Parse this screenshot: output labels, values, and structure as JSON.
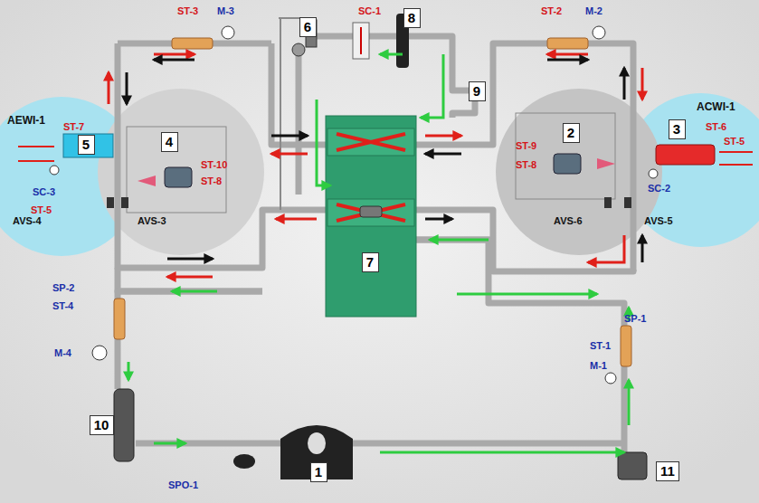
{
  "diagram": {
    "nodes": [
      {
        "text": [
          "6"
        ]
      },
      {
        "text": [
          "8"
        ]
      },
      {
        "text": [
          "9"
        ]
      },
      {
        "text": [
          "5"
        ]
      },
      {
        "text": [
          "4"
        ]
      },
      {
        "text": [
          "2"
        ]
      },
      {
        "text": [
          "3"
        ]
      },
      {
        "text": [
          "7"
        ]
      },
      {
        "text": [
          "10"
        ]
      },
      {
        "text": [
          "1"
        ]
      },
      {
        "text": [
          "11"
        ]
      }
    ],
    "labels": [
      "ST-3",
      "M-3",
      "SC-1",
      "ST-2",
      "M-2",
      "AEWI-1",
      "ST-7",
      "ST-10",
      "ST-8",
      "SC-3",
      "ST-5",
      "AVS-4",
      "AVS-3",
      "ST-9",
      "ST-8",
      "ACWI-1",
      "ST-6",
      "ST-5",
      "SC-2",
      "AVS-6",
      "AVS-5",
      "SP-2",
      "ST-4",
      "M-4",
      "SP-1",
      "ST-1",
      "M-1",
      "SPO-1"
    ]
  }
}
